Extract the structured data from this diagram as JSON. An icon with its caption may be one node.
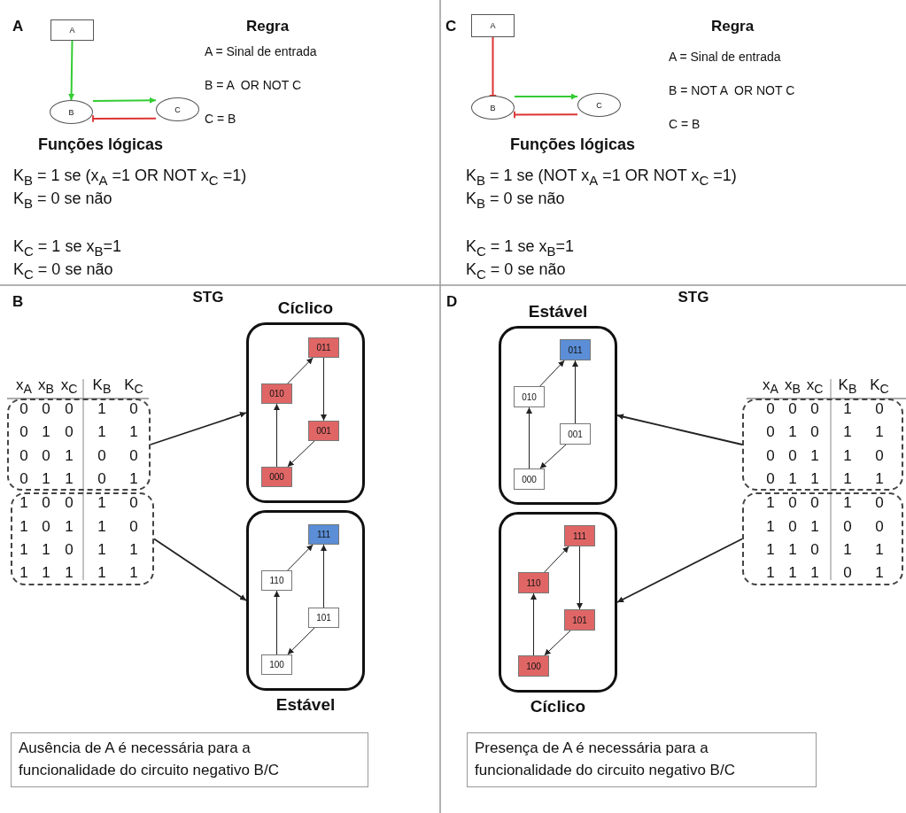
{
  "diagram": {
    "nodes": [
      {
        "text": [
          "A"
        ]
      },
      {
        "text": [
          "B"
        ]
      },
      {
        "text": [
          "C"
        ]
      },
      {
        "text": [
          "A"
        ]
      },
      {
        "text": [
          "B"
        ]
      },
      {
        "text": [
          "C"
        ]
      },
      {
        "text": [],
        "shape": "box"
      },
      {
        "text": [],
        "shape": "box"
      },
      {
        "text": [
          "Cíclico"
        ]
      },
      {
        "text": [
          "011"
        ],
        "in": 8
      },
      {
        "text": [
          "010"
        ],
        "in": 8
      },
      {
        "text": [
          "001"
        ],
        "in": 8
      },
      {
        "text": [
          "000"
        ],
        "in": 8
      },
      {
        "text": [
          "Estável"
        ]
      },
      {
        "text": [
          "111"
        ],
        "in": 13
      },
      {
        "text": [
          "110"
        ],
        "in": 13
      },
      {
        "text": [
          "101"
        ],
        "in": 13
      },
      {
        "text": [
          "100"
        ],
        "in": 13
      },
      {
        "text": [
          "Estável"
        ]
      },
      {
        "text": [
          "011"
        ],
        "in": 18
      },
      {
        "text": [
          "010"
        ],
        "in": 18
      },
      {
        "text": [
          "001"
        ],
        "in": 18
      },
      {
        "text": [
          "000"
        ],
        "in": 18
      },
      {
        "text": [
          "Cíclico"
        ]
      },
      {
        "text": [
          "111"
        ],
        "in": 23
      },
      {
        "text": [
          "110"
        ],
        "in": 23
      },
      {
        "text": [
          "101"
        ],
        "in": 23
      },
      {
        "text": [
          "100"
        ],
        "in": 23
      },
      {
        "text": [],
        "shape": "box"
      },
      {
        "text": [],
        "shape": "box"
      },
      {
        "text": [
          "Ausência de A é necessária para a funcionalidade do circuito negativo B/C"
        ]
      },
      {
        "text": [
          "Presença de A é necessária para a funcionalidade do circuito negativo B/C"
        ]
      }
    ],
    "edges": [
      {
        "from": 0,
        "to": 1,
        "arrow": "to",
        "color": "#33cc33"
      },
      {
        "from": 1,
        "to": 2,
        "arrow": "to",
        "color": "#33cc33"
      },
      {
        "from": 2,
        "to": 1,
        "arrow": "other",
        "color": "#dd3333"
      },
      {
        "from": 3,
        "to": 4,
        "arrow": "other",
        "color": "#dd3333"
      },
      {
        "from": 4,
        "to": 5,
        "arrow": "to",
        "color": "#33cc33"
      },
      {
        "from": 5,
        "to": 4,
        "arrow": "other",
        "color": "#dd3333"
      },
      {
        "from": 6,
        "to": 8,
        "arrow": "to"
      },
      {
        "from": 7,
        "to": 13,
        "arrow": "to"
      },
      {
        "from": 12,
        "to": 10,
        "arrow": "to"
      },
      {
        "from": 10,
        "to": 9,
        "arrow": "to"
      },
      {
        "from": 9,
        "to": 11,
        "arrow": "to"
      },
      {
        "from": 11,
        "to": 12,
        "arrow": "to"
      },
      {
        "from": 17,
        "to": 15,
        "arrow": "to"
      },
      {
        "from": 15,
        "to": 14,
        "arrow": "to"
      },
      {
        "from": 16,
        "to": 14,
        "arrow": "to"
      },
      {
        "from": 16,
        "to": 17,
        "arrow": "to"
      },
      {
        "from": 22,
        "to": 20,
        "arrow": "to"
      },
      {
        "from": 20,
        "to": 19,
        "arrow": "to"
      },
      {
        "from": 21,
        "to": 19,
        "arrow": "to"
      },
      {
        "from": 21,
        "to": 22,
        "arrow": "to"
      },
      {
        "from": 27,
        "to": 25,
        "arrow": "to"
      },
      {
        "from": 25,
        "to": 24,
        "arrow": "to"
      },
      {
        "from": 24,
        "to": 26,
        "arrow": "to"
      },
      {
        "from": 26,
        "to": 27,
        "arrow": "to"
      },
      {
        "from": 28,
        "to": 18,
        "arrow": "to"
      },
      {
        "from": 29,
        "to": 23,
        "arrow": "to"
      }
    ],
    "labels": [
      "A",
      "Regra",
      "A = Sinal de entrada",
      "B = A  OR NOT C",
      "C = B",
      "Funções lógicas",
      "K$_{B}$ = 1 se (x$_{A}$ =1 OR NOT x$_{C}$ =1)",
      "K$_{B}$ = 0 se não",
      "K$_{C}$ = 1 se x$_{B}$=1",
      "K$_{C}$ = 0 se não",
      "C",
      "Regra",
      "A = Sinal de entrada",
      "B = NOT A  OR NOT C",
      "C = B",
      "Funções lógicas",
      "K$_{B}$ = 1 se (NOT x$_{A}$ =1 OR NOT x$_{C}$ =1)",
      "K$_{B}$ = 0 se não",
      "K$_{C}$ = 1 se x$_{B}$=1",
      "K$_{C}$ = 0 se não",
      "B",
      "STG",
      "x$_{A}$",
      "x$_{B}$",
      "x$_{C}$",
      "K$_{B}$",
      "K$_{C}$",
      "0",
      "0",
      "0",
      "1",
      "0",
      "0",
      "1",
      "0",
      "1",
      "1",
      "0",
      "0",
      "1",
      "0",
      "0",
      "0",
      "1",
      "1",
      "0",
      "1",
      "1",
      "0",
      "0",
      "1",
      "0",
      "1",
      "0",
      "1",
      "1",
      "0",
      "1",
      "1",
      "0",
      "1",
      "1",
      "1",
      "1",
      "1",
      "1",
      "1",
      "D",
      "STG",
      "x$_{A}$",
      "x$_{B}$",
      "x$_{C}$",
      "K$_{B}$",
      "K$_{C}$",
      "0",
      "0",
      "0",
      "1",
      "0",
      "0",
      "1",
      "0",
      "1",
      "1",
      "0",
      "0",
      "1",
      "1",
      "0",
      "0",
      "1",
      "1",
      "1",
      "1",
      "1",
      "0",
      "0",
      "1",
      "0",
      "1",
      "0",
      "1",
      "0",
      "0",
      "1",
      "1",
      "0",
      "1",
      "1",
      "1",
      "1",
      "1",
      "0",
      "1"
    ]
  }
}
